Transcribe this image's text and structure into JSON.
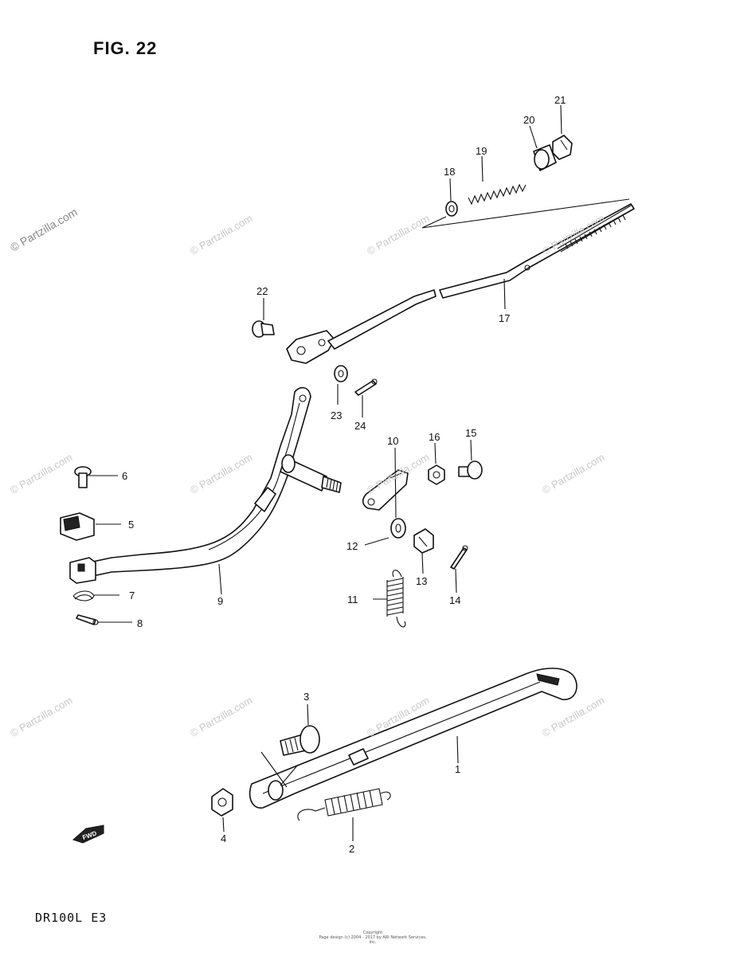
{
  "figure_title": "FIG. 22",
  "model_label": "DR100L  E3",
  "footer_copyright": "Copyright\nPage design (c) 2004 - 2017 by ARI Network Services, Inc.",
  "watermark": "© Partzilla.com",
  "callouts": [
    "1",
    "2",
    "3",
    "4",
    "5",
    "6",
    "7",
    "8",
    "9",
    "10",
    "11",
    "12",
    "13",
    "14",
    "15",
    "16",
    "17",
    "18",
    "19",
    "20",
    "21",
    "22",
    "23",
    "24"
  ],
  "fwd_label": "FWD"
}
